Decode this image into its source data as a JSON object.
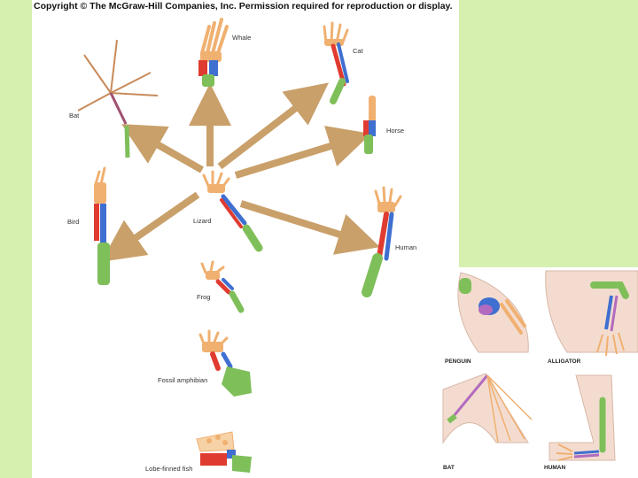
{
  "copyright": "Copyright © The McGraw-Hill Companies, Inc. Permission required for reproduction or display.",
  "labels": {
    "whale": "Whale",
    "cat": "Cat",
    "bat": "Bat",
    "horse": "Horse",
    "bird": "Bird",
    "lizard": "Lizard",
    "human": "Human",
    "frog": "Frog",
    "fossil_amphibian": "Fossil amphibian",
    "lobe_finned_fish": "Lobe-finned fish"
  },
  "panel_captions": {
    "penguin": "PENGUIN",
    "alligator": "ALLIGATOR",
    "bat": "BAT",
    "human": "HUMAN"
  },
  "colors": {
    "background": "#d6f0b0",
    "figure_bg": "#ffffff",
    "arrow": "#c9a06a",
    "bone_humerus": "#e03b30",
    "bone_radius": "#3f6fd0",
    "bone_limb": "#7fbf5a",
    "bone_digits": "#f0b070",
    "skin": "#f3dccf"
  }
}
